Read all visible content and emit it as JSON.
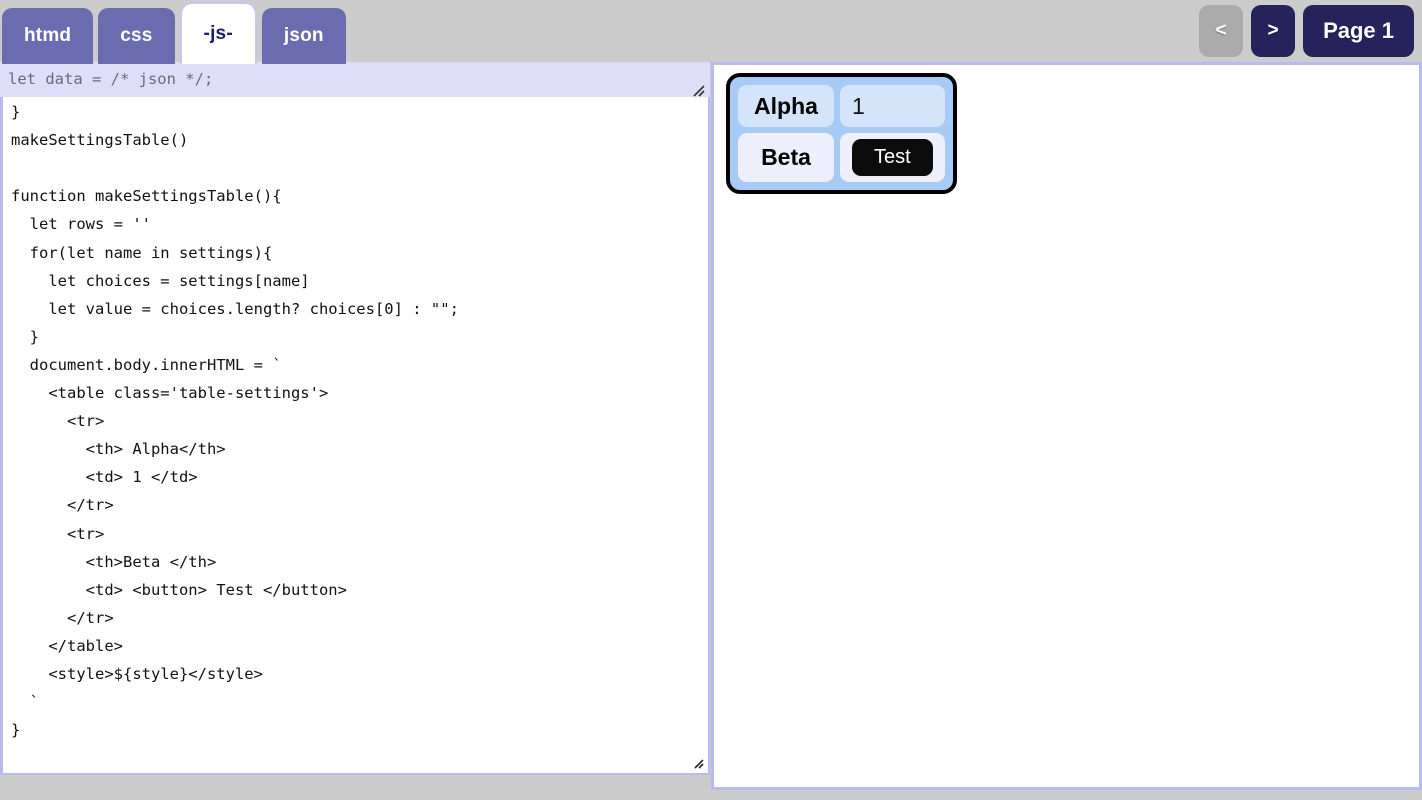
{
  "tabs": [
    {
      "label": "htmd",
      "active": false
    },
    {
      "label": "css",
      "active": false
    },
    {
      "label": "-js-",
      "active": true
    },
    {
      "label": "json",
      "active": false
    }
  ],
  "nav": {
    "prev_label": "<",
    "next_label": ">",
    "page_label": "Page 1"
  },
  "json_overlay": {
    "value": "let data = /* json */;",
    "placeholder": "let data = /* json */;"
  },
  "editor": {
    "code": "  'beta' : words('a b c d e')\n}\nmakeSettingsTable()\n\nfunction makeSettingsTable(){\n  let rows = ''\n  for(let name in settings){\n    let choices = settings[name]\n    let value = choices.length? choices[0] : \"\";\n  }\n  document.body.innerHTML = `\n    <table class='table-settings'>\n      <tr>\n        <th> Alpha</th>\n        <td> 1 </td>\n      </tr>\n      <tr>\n        <th>Beta </th>\n        <td> <button> Test </button>\n      </tr>\n    </table>\n    <style>${style}</style>\n  `\n}"
  },
  "preview": {
    "table": {
      "rows": [
        {
          "name": "Alpha",
          "value": "1",
          "type": "text"
        },
        {
          "name": "Beta",
          "value": "Test",
          "type": "button"
        }
      ]
    }
  },
  "colors": {
    "page_background": "#cccccc",
    "tab_inactive": "#6b6cb0",
    "tab_active_text": "#1c1c6e",
    "nav_button": "#26235c",
    "nav_button_disabled": "#ababab",
    "pane_border": "#b9bbee",
    "overlay_background": "#dedefa",
    "table_background": "#a8cbf5",
    "table_row1_cell": "#d4e4fa",
    "table_row2_cell": "#edf0fc",
    "cell_button": "#0c0c0c"
  }
}
